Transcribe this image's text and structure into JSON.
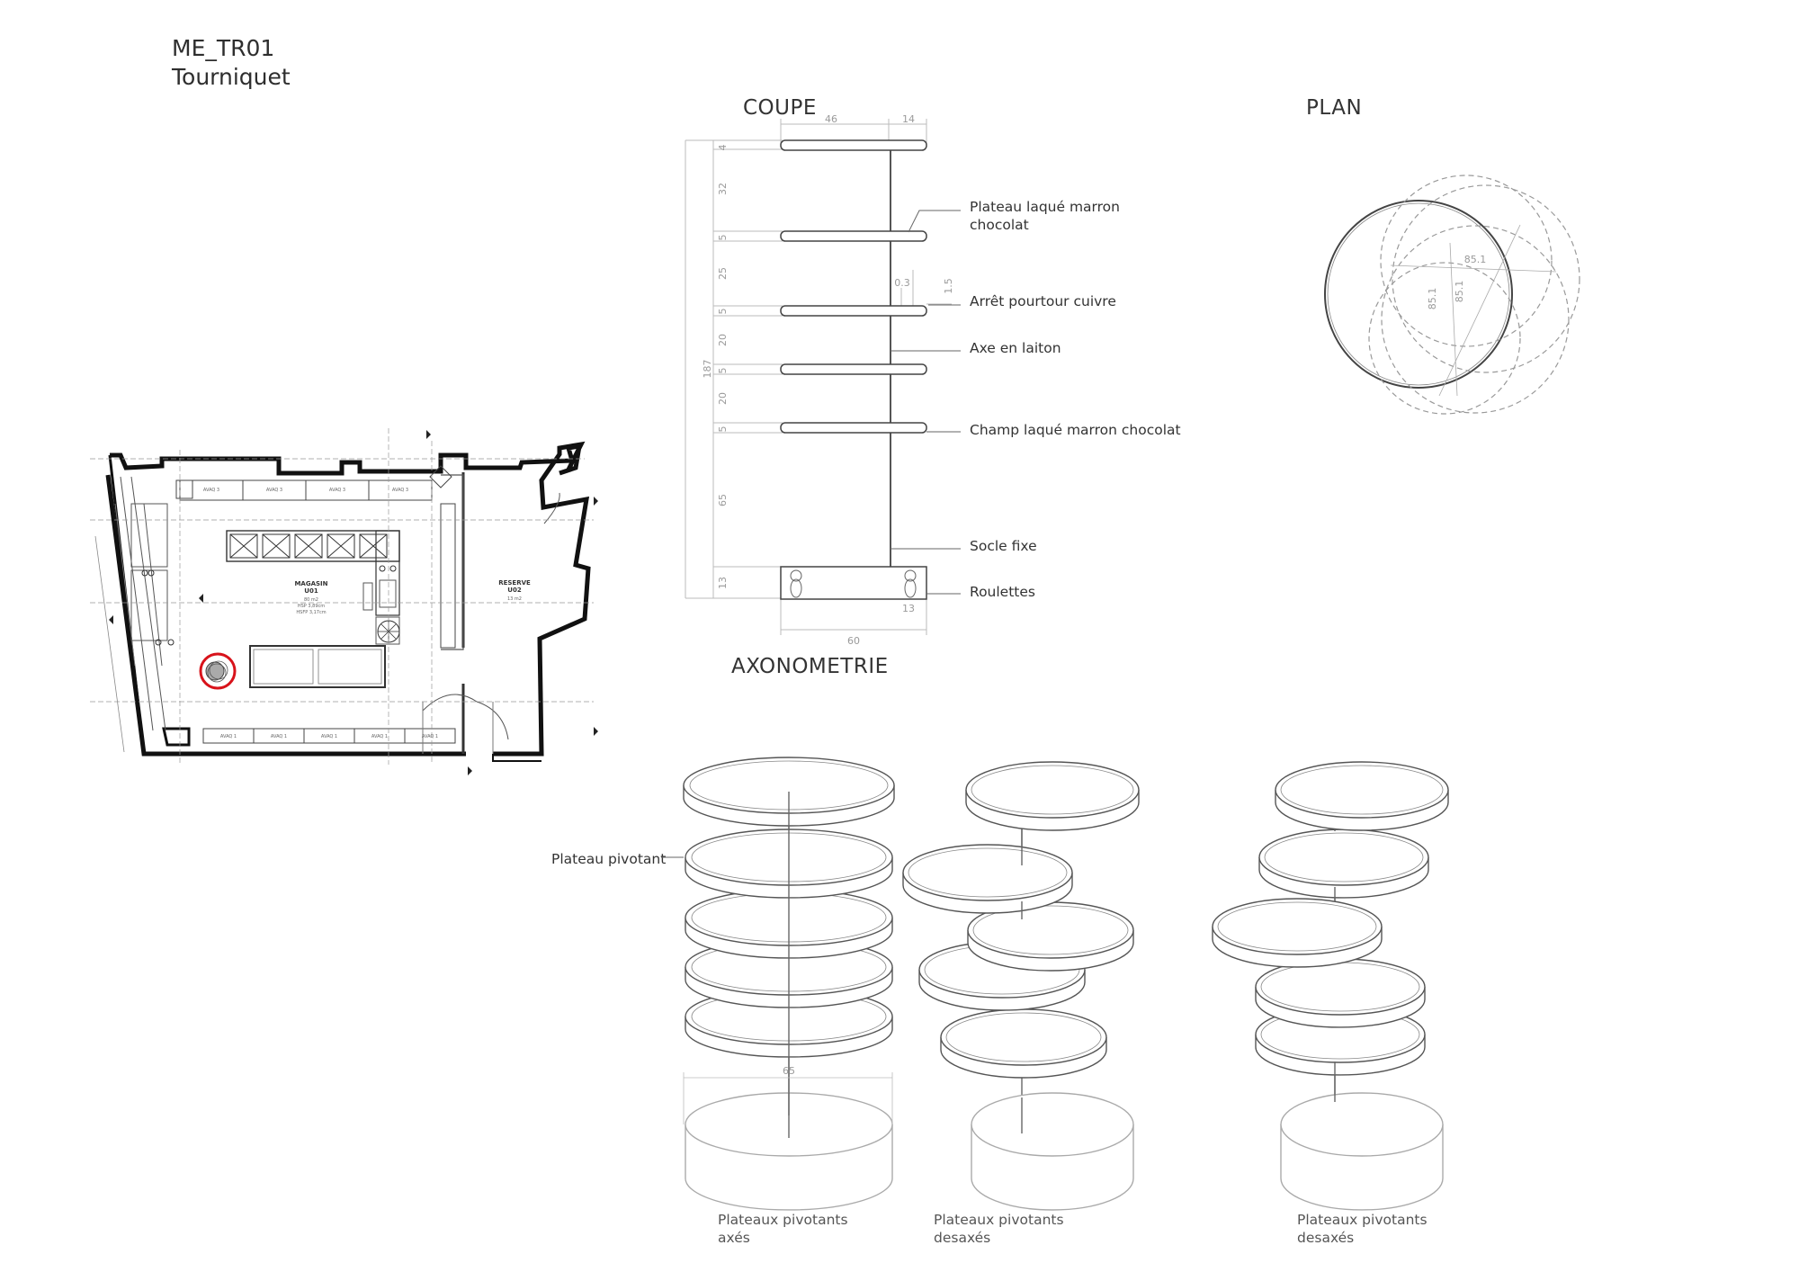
{
  "sheet": {
    "code": "ME_TR01",
    "name": "Tourniquet"
  },
  "sections": {
    "coupe": "COUPE",
    "plan": "PLAN",
    "axonometrie": "AXONOMETRIE"
  },
  "coupe_annotations": [
    "Plateau laqué marron\nchocolat",
    "Arrêt pourtour cuivre",
    "Axe en laiton",
    "Champ laqué marron chocolat",
    "Socle fixe",
    "Roulettes"
  ],
  "coupe_dimensions": {
    "top": [
      "46",
      "14"
    ],
    "left_total": "187",
    "left_segments": [
      "4",
      "32",
      "5",
      "25",
      "5",
      "20",
      "5",
      "20",
      "5",
      "65",
      "13"
    ],
    "stop": [
      "0.3",
      "1.5"
    ],
    "bottom": "60",
    "caster": "13"
  },
  "plan_dimensions": [
    "85.1",
    "85.1",
    "85.1"
  ],
  "axo_dimension": "65",
  "axo_labels": {
    "plateau_pivotant": "Plateau pivotant",
    "captions": [
      "Plateaux pivotants\naxés",
      "Plateaux pivotants\ndesaxés",
      "Plateaux pivotants\ndesaxés"
    ]
  },
  "floor_plan": {
    "shop_name": "MAGASIN",
    "shop_code": "U01",
    "shop_area": "80 m2",
    "shop_hsp": "HSP 3,89cm",
    "shop_hsfp": "HSFP 3,17cm",
    "reserve_name": "RESERVE",
    "reserve_code": "U02",
    "reserve_area": "13 m2",
    "shelf_labels": [
      "AVAQ 3",
      "AVAQ 3",
      "AVAQ 3",
      "AVAQ 3"
    ],
    "bottom_labels": [
      "AVAQ 1",
      "AVAQ 1",
      "AVAQ 1",
      "AVAQ 1",
      "AVAQ 1"
    ],
    "tourniquet_marker_color": "#d8131b"
  }
}
